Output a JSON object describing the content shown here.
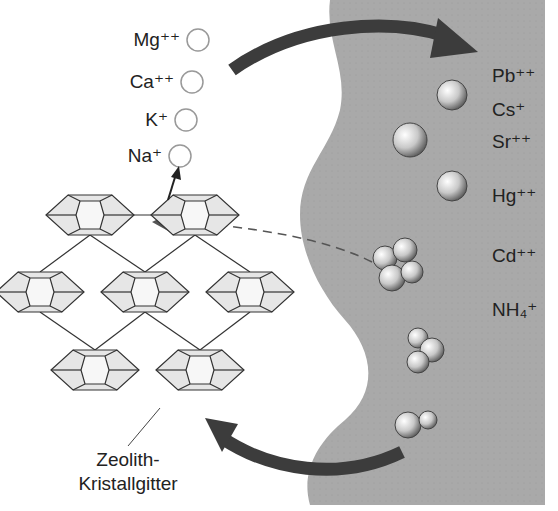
{
  "diagram": {
    "labels": [
      "Mg⁺⁺",
      "Ca⁺⁺",
      "K⁺",
      "Na⁺",
      "Pb⁺⁺",
      "Cs⁺",
      "Sr⁺⁺",
      "Hg⁺⁺",
      "Cd⁺⁺",
      "NH₄⁺",
      "Zeolith- Kristallgitter"
    ]
  }
}
